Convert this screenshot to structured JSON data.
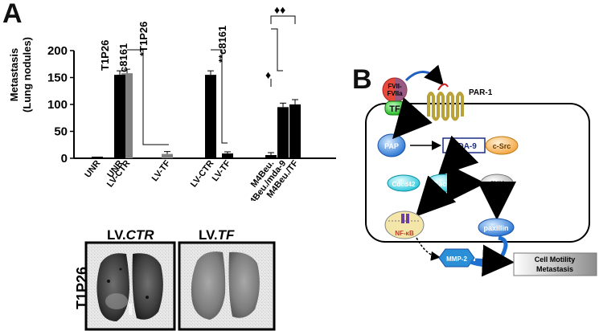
{
  "panelA": {
    "letter": "A",
    "ylabel_line1": "Metastasis",
    "ylabel_line2": "(Lung nodules)",
    "legend_labels": [
      "T1P26",
      "c8161"
    ],
    "significance": {
      "group2_t1p26": "*T1P26",
      "group3_c8161": "**c8161",
      "group4_single": "♦",
      "group4_double": "♦♦"
    }
  },
  "chart_data": {
    "type": "bar",
    "ylim": [
      0,
      200
    ],
    "yticks": [
      0,
      50,
      100,
      150,
      200
    ],
    "xlabels": [
      "UNR",
      "UNR",
      "LV-CTR",
      "LV-TF",
      "LV-CTR",
      "LV-TF",
      "M4Beu.",
      "M4Beu./mda-9",
      "M4Beu./TF"
    ],
    "series": [
      {
        "name": "T1P26",
        "color": "#808080",
        "values": [
          0,
          147,
          158,
          8,
          null,
          null,
          null,
          null,
          null
        ]
      },
      {
        "name": "c8161",
        "color": "#000000",
        "values": [
          0,
          155,
          null,
          null,
          155,
          9,
          6,
          95,
          100
        ]
      }
    ]
  },
  "lungs": {
    "title_left_prefix": "LV.",
    "title_left_italic": "CTR",
    "title_right_prefix": "LV.",
    "title_right_italic": "TF",
    "side_label": "T1P26"
  },
  "panelB": {
    "letter": "B",
    "nodes": {
      "fvii": "FVII-",
      "fviia": "FVIIa",
      "tf": "TF",
      "par1": "PAR-1",
      "pap": "PAP",
      "mda9": "MDA-9",
      "csrc": "c-Src",
      "cdc42": "Cdcd42",
      "rac1": "Rac-1",
      "jnk": "JNK",
      "nfkb": "NF-κB",
      "paxillin": "paxillin",
      "mmp2": "MMP-2",
      "motility_line1": "Cell Motility",
      "motility_line2": "Metastasis"
    }
  }
}
